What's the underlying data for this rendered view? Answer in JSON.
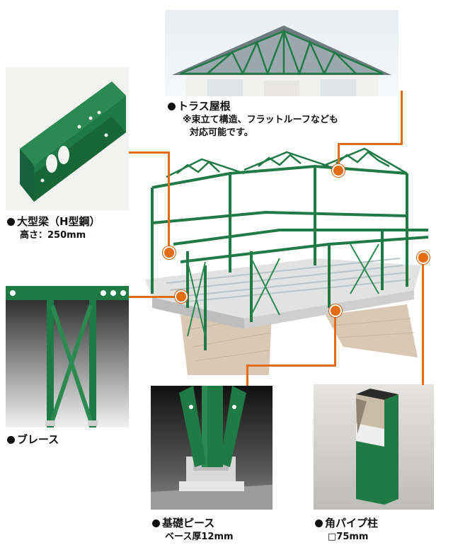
{
  "colors": {
    "steel_green": "#1f7a45",
    "steel_dark": "#155a32",
    "leader_orange": "#e46c12",
    "foundation_gray": "#cfcfcf",
    "paving": "#d9c9b4"
  },
  "truss_roof": {
    "title": "トラス屋根",
    "note_line1": "※束立て構造、フラットルーフなども",
    "note_line2": "対応可能です。"
  },
  "large_beam": {
    "title": "大型梁（H型鋼）",
    "spec": "高さ：250mm"
  },
  "brace": {
    "title": "ブレース"
  },
  "foundation_piece": {
    "title": "基礎ピース",
    "spec": "ベース厚12mm"
  },
  "square_pipe_column": {
    "title": "角パイプ柱",
    "spec": "□75mm"
  }
}
